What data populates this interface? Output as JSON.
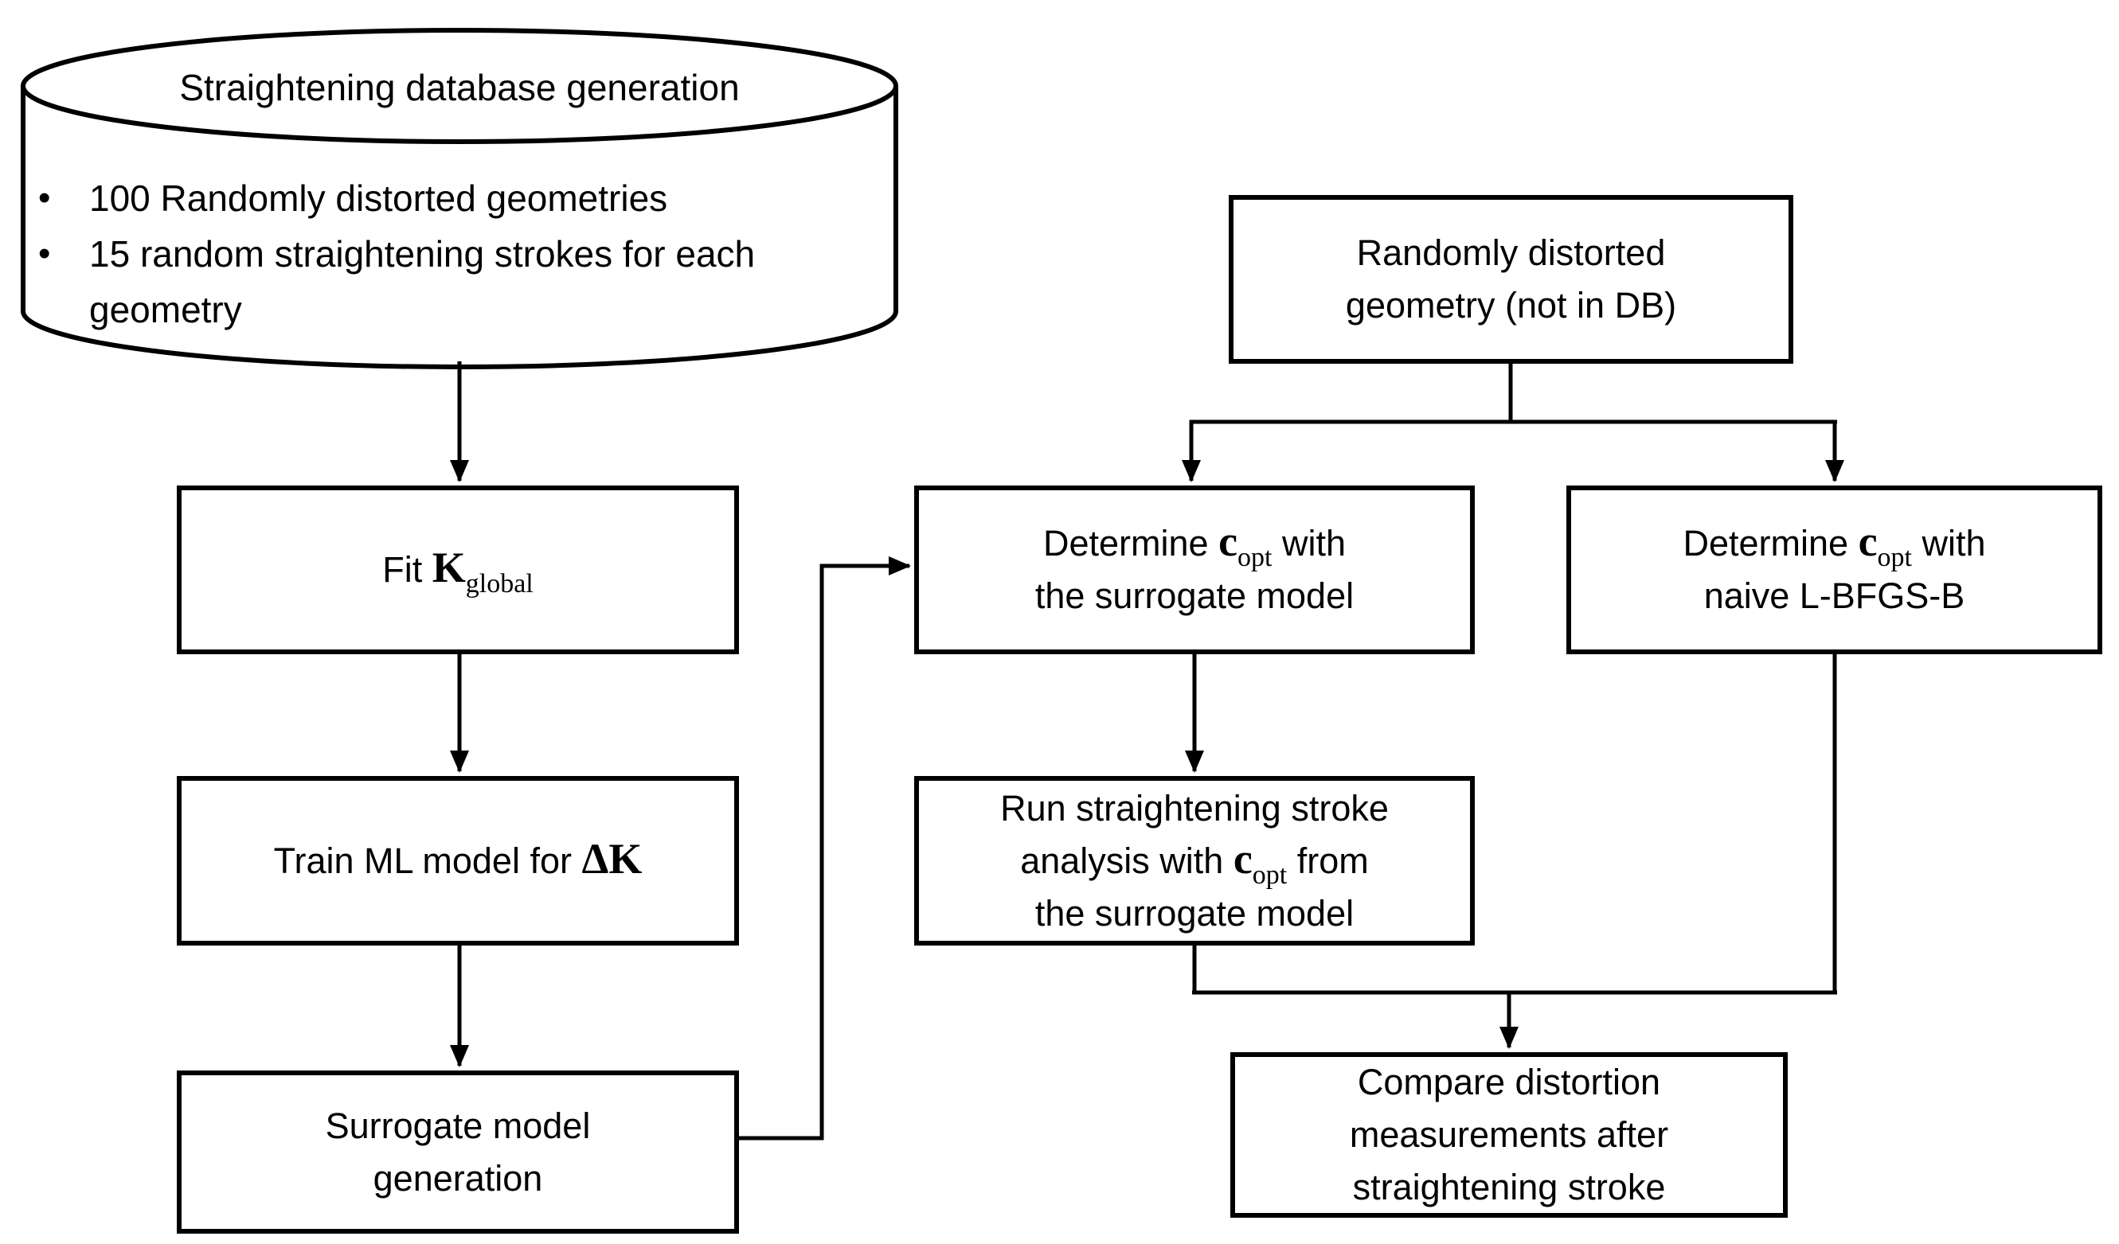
{
  "colors": {
    "background": "#ffffff",
    "line": "#000000",
    "text": "#000000",
    "node_fill": "#ffffff"
  },
  "nodes": {
    "database": {
      "title": "Straightening database generation",
      "bullets": [
        "100 Randomly distorted geometries",
        "15 random straightening strokes for each geometry"
      ]
    },
    "fit_k": {
      "segs": [
        {
          "t": "Fit "
        },
        {
          "t": "K"
        },
        {
          "t": "global"
        }
      ]
    },
    "train_ml": {
      "segs": [
        {
          "t": "Train ML model for "
        },
        {
          "t": "ΔK"
        }
      ]
    },
    "surrogate": {
      "lines": [
        "Surrogate model",
        "generation"
      ]
    },
    "random_geo": {
      "lines": [
        "Randomly distorted",
        "geometry (not in DB)"
      ]
    },
    "det_surrogate": {
      "segs": [
        {
          "t": "Determine "
        },
        {
          "t": "c"
        },
        {
          "t": "opt"
        },
        {
          "t": " with"
        }
      ],
      "line2": "the surrogate model"
    },
    "det_naive": {
      "segs": [
        {
          "t": "Determine "
        },
        {
          "t": "c"
        },
        {
          "t": "opt"
        },
        {
          "t": " with"
        }
      ],
      "line2": "naive L-BFGS-B"
    },
    "run_analysis": {
      "line1": "Run straightening stroke",
      "segs": [
        {
          "t": "analysis with "
        },
        {
          "t": "c"
        },
        {
          "t": "opt"
        },
        {
          "t": " from"
        }
      ],
      "line3": "the surrogate model"
    },
    "compare": {
      "lines": [
        "Compare distortion",
        "measurements after",
        "straightening stroke"
      ]
    }
  }
}
